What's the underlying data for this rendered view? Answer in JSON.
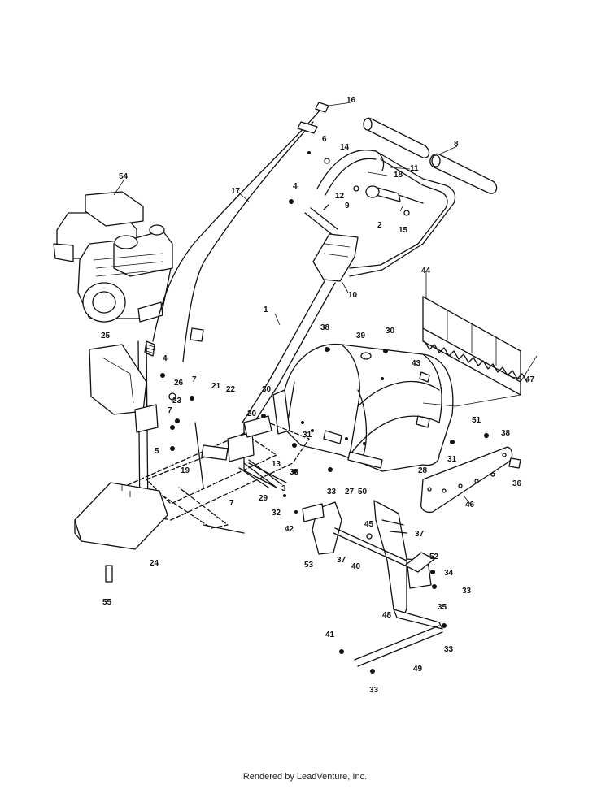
{
  "diagram": {
    "callouts": [
      {
        "id": "c1",
        "label": "1"
      },
      {
        "id": "c2",
        "label": "2"
      },
      {
        "id": "c3",
        "label": "3"
      },
      {
        "id": "c4a",
        "label": "4"
      },
      {
        "id": "c4b",
        "label": "4"
      },
      {
        "id": "c5",
        "label": "5"
      },
      {
        "id": "c6",
        "label": "6"
      },
      {
        "id": "c7a",
        "label": "7"
      },
      {
        "id": "c7b",
        "label": "7"
      },
      {
        "id": "c7c",
        "label": "7"
      },
      {
        "id": "c8",
        "label": "8"
      },
      {
        "id": "c9",
        "label": "9"
      },
      {
        "id": "c10",
        "label": "10"
      },
      {
        "id": "c11",
        "label": "11"
      },
      {
        "id": "c12",
        "label": "12"
      },
      {
        "id": "c13",
        "label": "13"
      },
      {
        "id": "c14",
        "label": "14"
      },
      {
        "id": "c15",
        "label": "15"
      },
      {
        "id": "c16",
        "label": "16"
      },
      {
        "id": "c17",
        "label": "17"
      },
      {
        "id": "c18",
        "label": "18"
      },
      {
        "id": "c19",
        "label": "19"
      },
      {
        "id": "c20",
        "label": "20"
      },
      {
        "id": "c21",
        "label": "21"
      },
      {
        "id": "c22",
        "label": "22"
      },
      {
        "id": "c23",
        "label": "23"
      },
      {
        "id": "c24",
        "label": "24"
      },
      {
        "id": "c25",
        "label": "25"
      },
      {
        "id": "c26",
        "label": "26"
      },
      {
        "id": "c27",
        "label": "27"
      },
      {
        "id": "c28",
        "label": "28"
      },
      {
        "id": "c29",
        "label": "29"
      },
      {
        "id": "c30a",
        "label": "30"
      },
      {
        "id": "c30b",
        "label": "30"
      },
      {
        "id": "c31a",
        "label": "31"
      },
      {
        "id": "c31b",
        "label": "31"
      },
      {
        "id": "c32",
        "label": "32"
      },
      {
        "id": "c33a",
        "label": "33"
      },
      {
        "id": "c33b",
        "label": "33"
      },
      {
        "id": "c33c",
        "label": "33"
      },
      {
        "id": "c33d",
        "label": "33"
      },
      {
        "id": "c33e",
        "label": "33"
      },
      {
        "id": "c34",
        "label": "34"
      },
      {
        "id": "c35",
        "label": "35"
      },
      {
        "id": "c36",
        "label": "36"
      },
      {
        "id": "c37a",
        "label": "37"
      },
      {
        "id": "c37b",
        "label": "37"
      },
      {
        "id": "c38a",
        "label": "38"
      },
      {
        "id": "c38b",
        "label": "38"
      },
      {
        "id": "c39",
        "label": "39"
      },
      {
        "id": "c40",
        "label": "40"
      },
      {
        "id": "c41",
        "label": "41"
      },
      {
        "id": "c42",
        "label": "42"
      },
      {
        "id": "c43",
        "label": "43"
      },
      {
        "id": "c44",
        "label": "44"
      },
      {
        "id": "c45",
        "label": "45"
      },
      {
        "id": "c46",
        "label": "46"
      },
      {
        "id": "c47",
        "label": "47"
      },
      {
        "id": "c48",
        "label": "48"
      },
      {
        "id": "c49",
        "label": "49"
      },
      {
        "id": "c50",
        "label": "50"
      },
      {
        "id": "c51",
        "label": "51"
      },
      {
        "id": "c52",
        "label": "52"
      },
      {
        "id": "c53",
        "label": "53"
      },
      {
        "id": "c54",
        "label": "54"
      },
      {
        "id": "c55",
        "label": "55"
      }
    ]
  },
  "footer": {
    "text": "Rendered by LeadVenture, Inc."
  }
}
